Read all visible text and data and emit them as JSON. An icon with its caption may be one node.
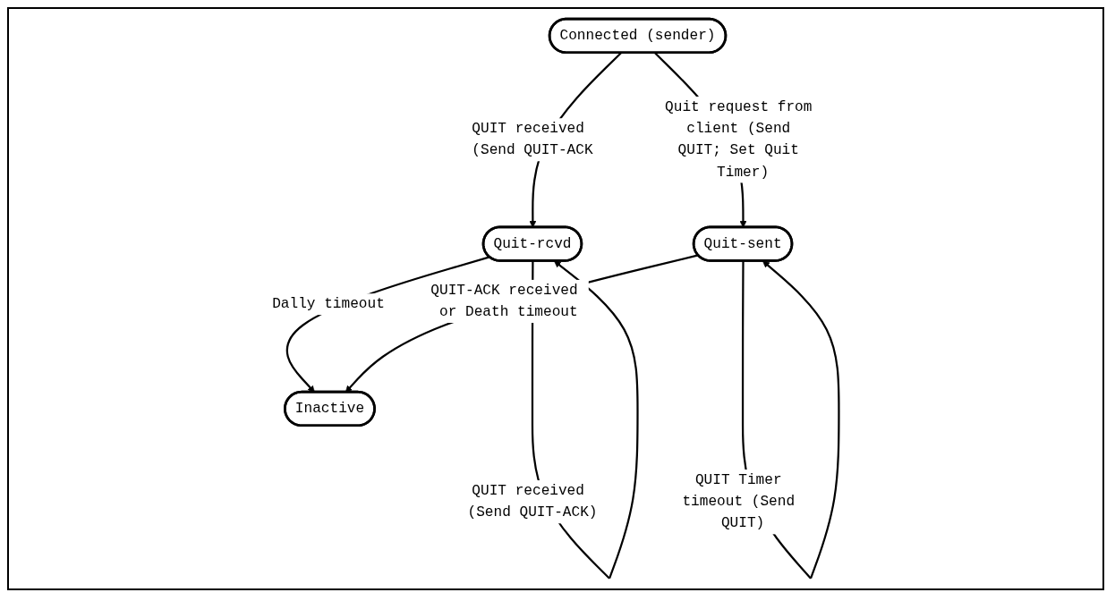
{
  "diagram": {
    "nodes": [
      {
        "text": [
          "Connected (sender)"
        ]
      },
      {
        "text": [
          "Quit-rcvd"
        ]
      },
      {
        "text": [
          "Quit-sent"
        ]
      },
      {
        "text": [
          "Inactive"
        ]
      }
    ],
    "edges": [
      {
        "from": 0,
        "to": 1,
        "arrow": "to",
        "label": "QUIT received (Send QUIT-ACK"
      },
      {
        "from": 1,
        "to": 1,
        "arrow": "to",
        "label": "QUIT received (Send QUIT-ACK)"
      },
      {
        "from": 0,
        "to": 2,
        "arrow": "to",
        "label": "Quit request from client (Send QUIT; Set Quit Timer)"
      },
      {
        "from": 2,
        "to": 2,
        "arrow": "to",
        "label": "QUIT Timer timeout (Send QUIT)"
      },
      {
        "from": 1,
        "to": 3,
        "arrow": "to",
        "label": "Dally timeout"
      },
      {
        "from": 2,
        "to": 3,
        "arrow": "to",
        "label": "QUIT-ACK received or Death timeout"
      }
    ]
  }
}
